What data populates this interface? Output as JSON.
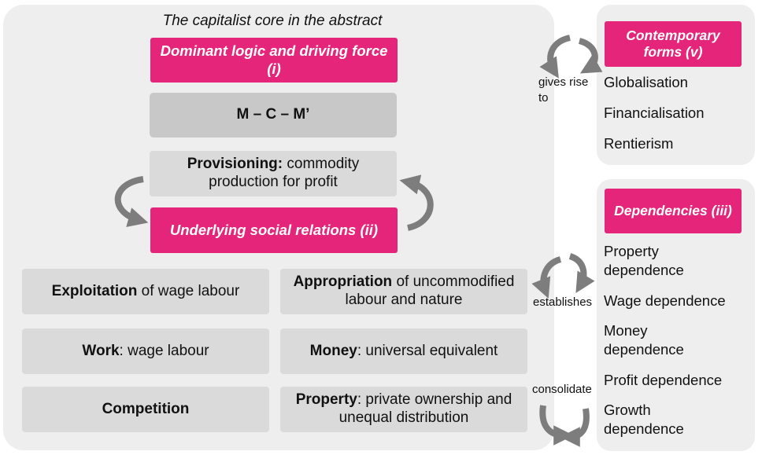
{
  "core": {
    "title": "The capitalist core in the abstract",
    "dominant": {
      "heading": "Dominant logic and driving force",
      "numeral": "(i)"
    },
    "formula": "M – C – M’",
    "provisioning": {
      "bold": "Provisioning:",
      "rest": " commodity production for profit"
    },
    "relations": "Underlying social relations (ii)",
    "cells": {
      "exploitation": {
        "bold": "Exploitation",
        "rest": " of wage labour"
      },
      "appropriation": {
        "bold": "Appropriation",
        "rest": " of uncommodified labour and nature"
      },
      "work": {
        "bold": "Work",
        "rest": ": wage labour"
      },
      "money": {
        "bold": "Money",
        "rest": ": universal equivalent"
      },
      "competition": {
        "bold": "Competition",
        "rest": ""
      },
      "property": {
        "bold": "Property",
        "rest": ": private ownership and unequal distribution"
      }
    }
  },
  "connectors": {
    "gives_rise_to": "gives rise to",
    "establishes": "establishes",
    "consolidate": "consolidate"
  },
  "forms": {
    "heading": "Contemporary forms (v)",
    "items": [
      "Globalisation",
      "Financialisation",
      "Rentierism"
    ]
  },
  "dependencies": {
    "heading": "Dependencies (iii)",
    "items": [
      "Property dependence",
      "Wage dependence",
      "Money dependence",
      "Profit dependence",
      "Growth dependence"
    ]
  },
  "colors": {
    "accent_pink": "#e4257a",
    "panel_grey": "#eeeeee",
    "box_grey": "#dadada",
    "formula_grey": "#c8c8c8",
    "arrow_grey": "#7d7d7d"
  }
}
